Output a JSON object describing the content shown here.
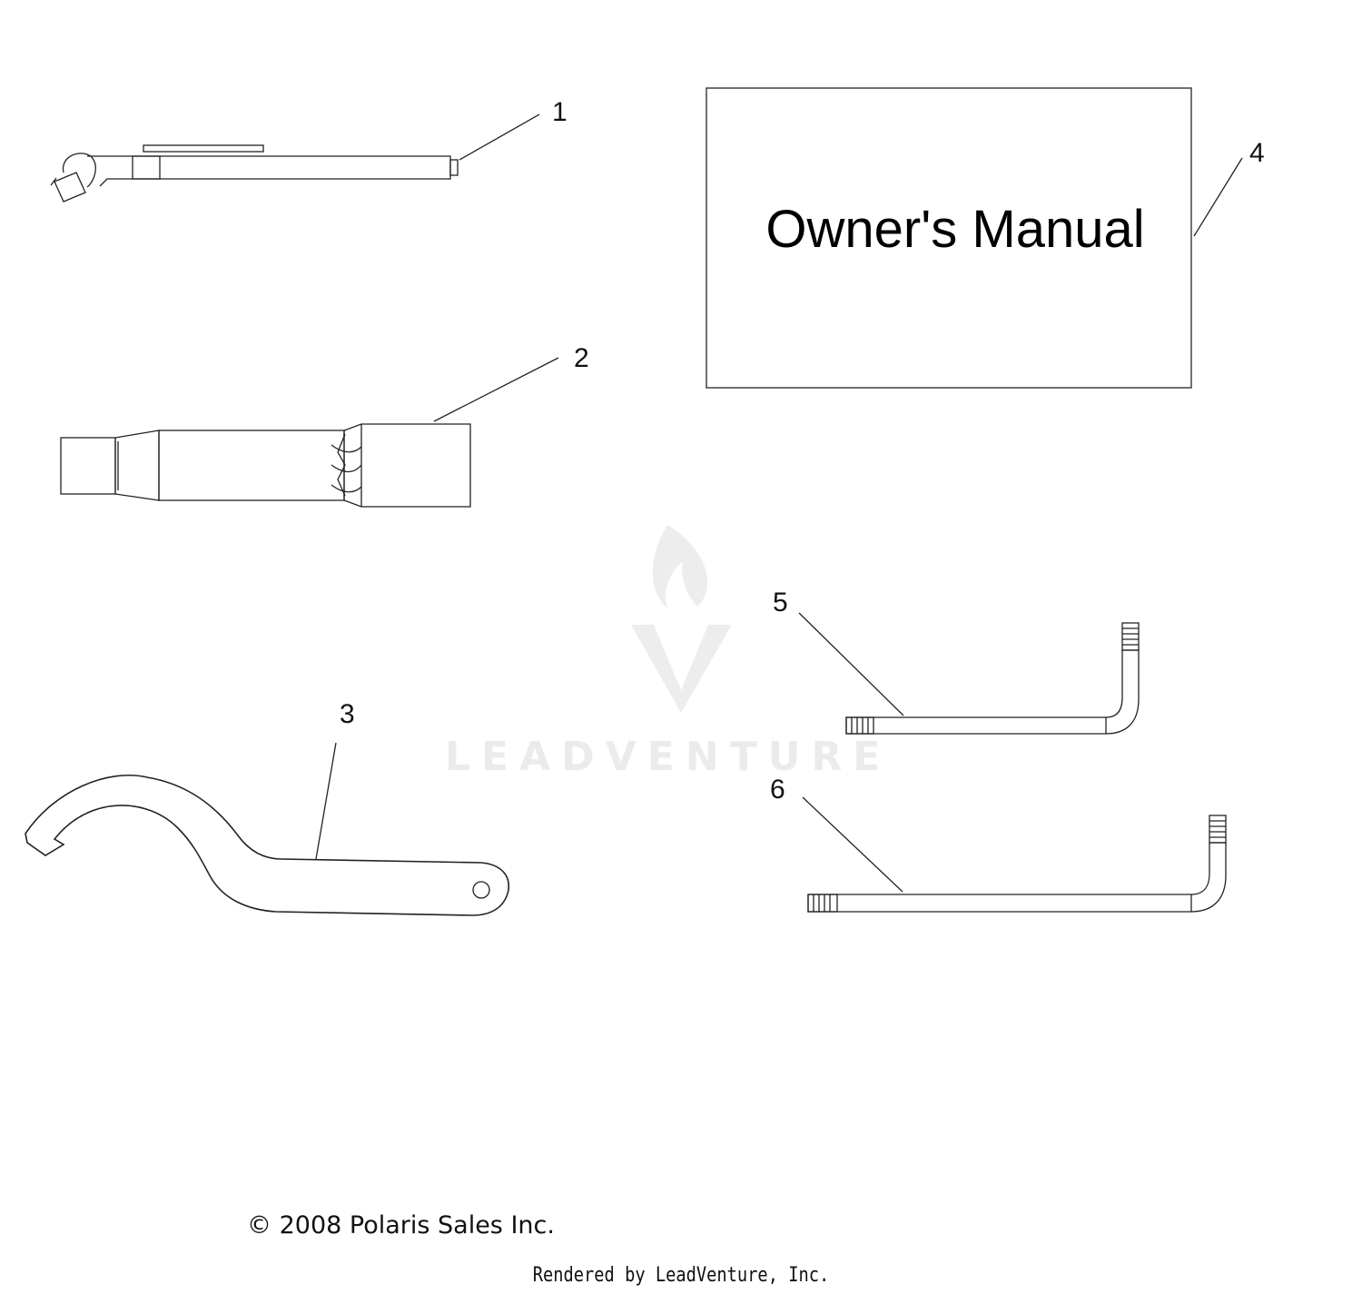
{
  "diagram": {
    "items": [
      {
        "number": "1",
        "part": "tire-gauge"
      },
      {
        "number": "2",
        "part": "spark-plug-socket"
      },
      {
        "number": "3",
        "part": "spanner-wrench"
      },
      {
        "number": "4",
        "part": "owners-manual"
      },
      {
        "number": "5",
        "part": "hex-key-short"
      },
      {
        "number": "6",
        "part": "hex-key-long"
      }
    ],
    "manual_label": "Owner's Manual"
  },
  "watermark": {
    "text": "LEADVENTURE"
  },
  "footer": {
    "copyright": "© 2008 Polaris Sales Inc.",
    "rendered_by": "Rendered by LeadVenture, Inc."
  },
  "colors": {
    "line": "#222222",
    "watermark": "#ebebeb",
    "background": "#ffffff"
  }
}
